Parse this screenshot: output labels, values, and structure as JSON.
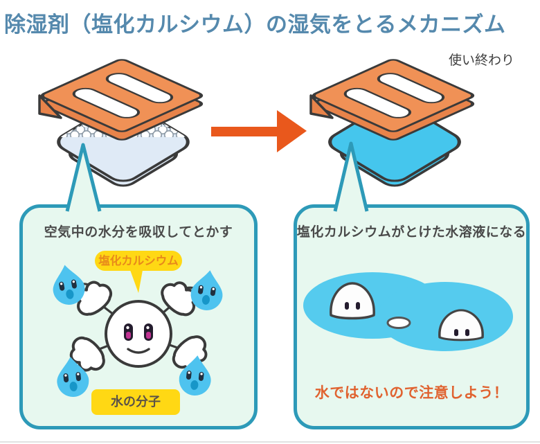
{
  "title": "除湿剤（塩化カルシウム）の湿気をとるメカニズム",
  "status_label": "使い終わり",
  "left_panel": {
    "header": "空気中の水分を吸収してとかす",
    "chemical_label": "塩化カルシウム",
    "molecule_label": "水の分子"
  },
  "right_panel": {
    "header": "塩化カルシウムがとけた水溶液になる",
    "warning": "水ではないので注意しよう！"
  },
  "colors": {
    "title": "#5589ad",
    "outline": "#3a3a3a",
    "lid": "#f09156",
    "lid-dark": "#e8834a",
    "tub": "#dfeaf6",
    "tub-right": "#f2f8fc",
    "liquid": "#45c6ed",
    "arrow": "#e9581c",
    "bubble-border": "#2d9ab8",
    "bubble-bg": "#e7f8ef",
    "yellow": "#ffd814",
    "chem-text": "#e8891b",
    "warning-text": "#e0622f",
    "droplet": "#4ec3ef",
    "droplet-mouth": "#1796c8",
    "puddle": "#55cbee"
  }
}
